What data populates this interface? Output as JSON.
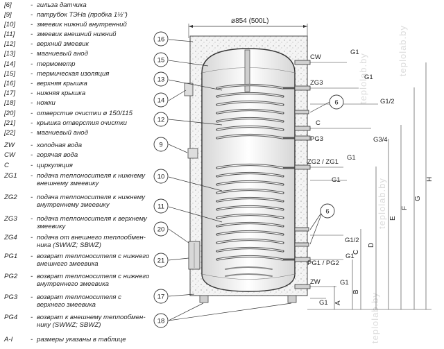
{
  "legend": [
    {
      "code": "[6]",
      "text": "гильза датчика"
    },
    {
      "code": "[9]",
      "text": "патрубок ТЭНа (пробка 1½\")"
    },
    {
      "code": "[10]",
      "text": "змеевик нижний внутренний"
    },
    {
      "code": "[11]",
      "text": "змеевик внешний нижний"
    },
    {
      "code": "[12]",
      "text": "верхний змеевик"
    },
    {
      "code": "[13]",
      "text": "магниевый анод"
    },
    {
      "code": "[14]",
      "text": "термометр"
    },
    {
      "code": "[15]",
      "text": "термическая изоляция"
    },
    {
      "code": "[16]",
      "text": "верхняя крышка"
    },
    {
      "code": "[17]",
      "text": "нижняя крышка"
    },
    {
      "code": "[18]",
      "text": "ножки"
    },
    {
      "code": "[20]",
      "text": "отверстие очистки ø 150/115"
    },
    {
      "code": "[21]",
      "text": "крышка отверстия очистки"
    },
    {
      "code": "[22]",
      "text": "магниевый анод"
    },
    {
      "code": "ZW",
      "text": "холодная вода"
    },
    {
      "code": "CW",
      "text": "горячая вода"
    },
    {
      "code": "C",
      "text": "циркуляция"
    },
    {
      "code": "ZG1",
      "text": "подача теплоносителя к нижнему внешнему змеевику"
    },
    {
      "code": "ZG2",
      "text": "подача теплоносителя к нижнему внутреннему змеевику"
    },
    {
      "code": "ZG3",
      "text": "подача теплоносителя к верхнему змеевику"
    },
    {
      "code": "ZG4",
      "text": "подача от внешнего теплообмен-ника (SWWZ; SBWZ)"
    },
    {
      "code": "PG1",
      "text": "возврат теплоносителя с нижнего внешнего змеевика"
    },
    {
      "code": "PG2",
      "text": "возврат теплоносителя с нижнего внутреннего змеевика"
    },
    {
      "code": "PG3",
      "text": "возврат теплоносителя с верхнего змеевика"
    },
    {
      "code": "PG4",
      "text": "возврат к внешнему теплообмен-нику (SWWZ; SBWZ)"
    },
    {
      "code": "A-I",
      "text": "размеры указаны в таблице"
    }
  ],
  "drawing": {
    "diameter_label": "ø854 (500L)",
    "callouts": [
      "16",
      "15",
      "13",
      "14",
      "12",
      "9",
      "10",
      "11",
      "20",
      "21",
      "17",
      "18",
      "6",
      "6"
    ],
    "ports": [
      "CW",
      "ZG3",
      "C",
      "PG3",
      "ZG2 / ZG1",
      "PG1 / PG2",
      "ZW"
    ],
    "thread_labels": [
      "G1",
      "G1",
      "G1/2",
      "G3/4",
      "G1",
      "G1",
      "G1/2",
      "G1",
      "G1",
      "G1"
    ],
    "dimensions": [
      "A",
      "B",
      "C",
      "D",
      "E",
      "F",
      "G",
      "H"
    ],
    "watermark": "teplolab.by"
  }
}
